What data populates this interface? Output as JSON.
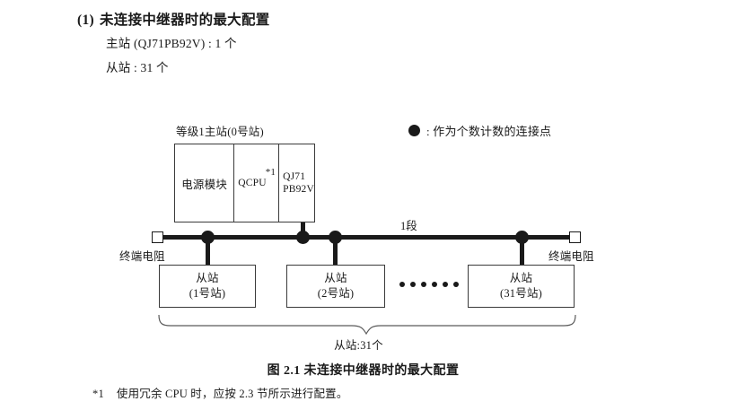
{
  "heading": {
    "number": "(1)",
    "title": "未连接中继器时的最大配置",
    "line1": "主站 (QJ71PB92V) : 1 个",
    "line2": "从站 : 31 个"
  },
  "legend": {
    "symbol": "filled-circle",
    "text": ": 作为个数计数的连接点"
  },
  "diagram": {
    "master_caption": "等级1主站(0号站)",
    "rack": {
      "power_module": "电源模块",
      "cpu_module": "QCPU",
      "cpu_footnote_mark": "*1",
      "network_module_line1": "QJ71",
      "network_module_line2": "PB92V"
    },
    "terminal_left": "终端电阻",
    "terminal_right": "终端电阻",
    "segment_label": "1段",
    "slaves": [
      {
        "name": "从站",
        "station": "(1号站)"
      },
      {
        "name": "从站",
        "station": "(2号站)"
      },
      {
        "name": "从站",
        "station": "(31号站)"
      }
    ],
    "brace_caption": "从站:31个"
  },
  "figure_caption": "图 2.1  未连接中继器时的最大配置",
  "footnote": {
    "mark": "*1",
    "text": "使用冗余 CPU 时，应按 2.3 节所示进行配置。"
  },
  "colors": {
    "ink": "#1a1a1a",
    "line": "#3a3a3a",
    "background": "#ffffff"
  }
}
